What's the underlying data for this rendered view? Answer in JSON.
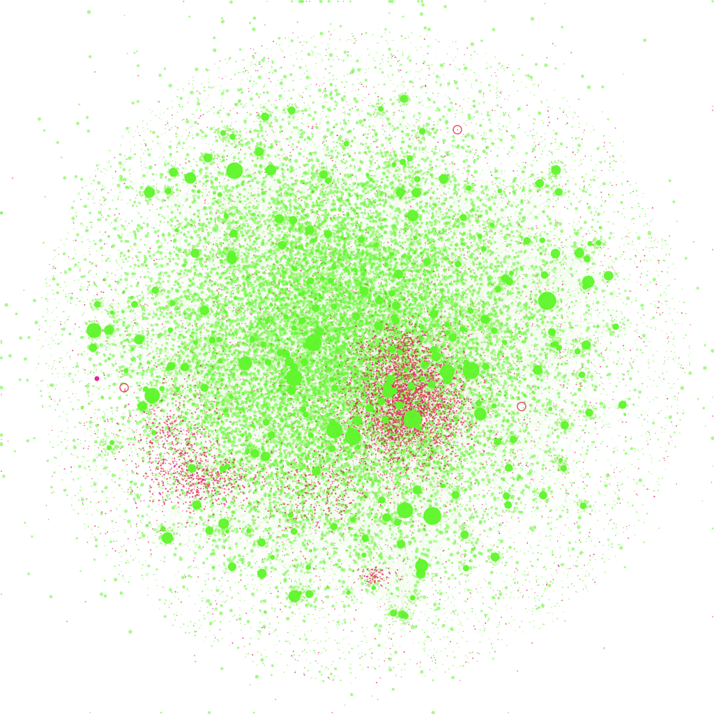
{
  "diagram": {
    "type": "force-directed network graph",
    "background_color": "#ffffff",
    "node_colors": {
      "primary": "#5ef52a",
      "primary_light": "#a6f57f",
      "secondary": "#e0284e",
      "secondary_magenta": "#e0108a"
    },
    "edge_colors": {
      "primary": "#7ef24a",
      "secondary": "#d9566e"
    },
    "share_secondary_nodes": 0.12,
    "regions": [
      "dense-core",
      "hub-ring",
      "sparse-halo",
      "red-cluster-east",
      "red-cluster-west"
    ]
  }
}
